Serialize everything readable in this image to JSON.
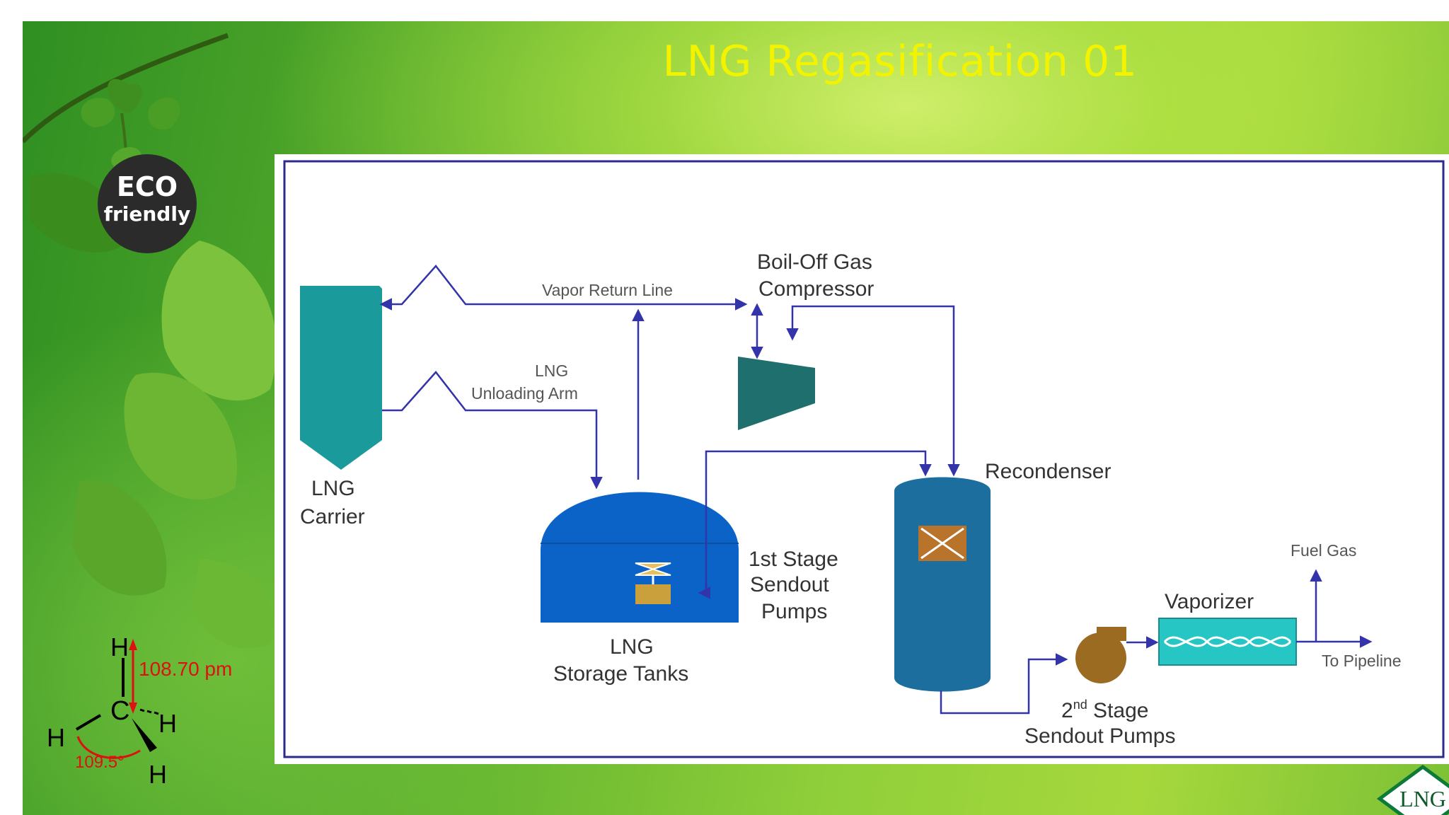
{
  "slide": {
    "title": "LNG Regasification 01",
    "colors": {
      "title": "#f3f300",
      "tank_blue": "#0b63c8",
      "teal": "#1a9a9a",
      "arrow": "#3333aa",
      "pump_brown": "#b07a2a"
    }
  },
  "badge": {
    "line1": "ECO",
    "line2": "friendly"
  },
  "diagram": {
    "labels": {
      "boil_off_1": "Boil-Off Gas",
      "boil_off_2": "Compressor",
      "vapor_return": "Vapor Return Line",
      "unloading_1": "LNG",
      "unloading_2": "Unloading Arm",
      "carrier_1": "LNG",
      "carrier_2": "Carrier",
      "storage_1": "LNG",
      "storage_2": "Storage Tanks",
      "stage1_1": "1st Stage",
      "stage1_2": "Sendout",
      "stage1_3": "Pumps",
      "recondenser": "Recondenser",
      "fuel_gas": "Fuel Gas",
      "vaporizer": "Vaporizer",
      "to_pipeline": "To Pipeline",
      "stage2_num": "2",
      "stage2_sup": "nd",
      "stage2_rest": " Stage",
      "stage2_2": "Sendout Pumps"
    }
  },
  "methane": {
    "bond_length": "108.70 pm",
    "angle": "109.5°",
    "atom_h": "H",
    "atom_c": "C"
  },
  "logo": {
    "text": "LNG"
  }
}
